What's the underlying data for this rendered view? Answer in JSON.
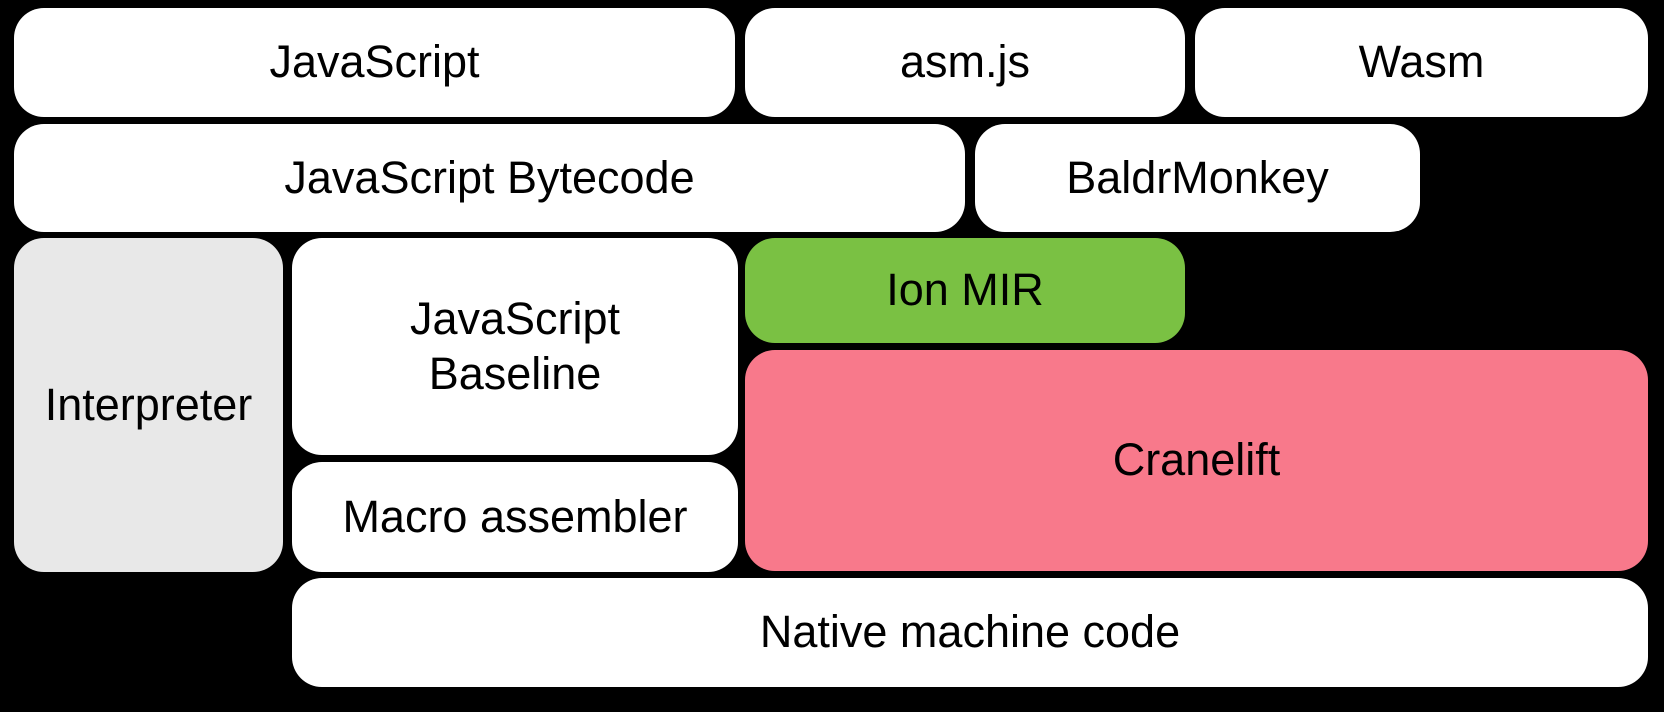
{
  "diagram": {
    "nodes": {
      "javascript": {
        "label": "JavaScript"
      },
      "asmjs": {
        "label": "asm.js"
      },
      "wasm": {
        "label": "Wasm"
      },
      "bytecode": {
        "label": "JavaScript Bytecode"
      },
      "baldrmonkey": {
        "label": "BaldrMonkey"
      },
      "interpreter": {
        "label": "Interpreter"
      },
      "baseline": {
        "label": "JavaScript Baseline"
      },
      "ionmir": {
        "label": "Ion MIR"
      },
      "cranelift": {
        "label": "Cranelift"
      },
      "macroassembler": {
        "label": "Macro assembler"
      },
      "nativecode": {
        "label": "Native machine code"
      }
    }
  },
  "colors": {
    "background": "#000000",
    "node-white": "#ffffff",
    "node-gray": "#e8e8e8",
    "node-green": "#7ac143",
    "node-pink": "#f8798b",
    "text": "#000000"
  }
}
